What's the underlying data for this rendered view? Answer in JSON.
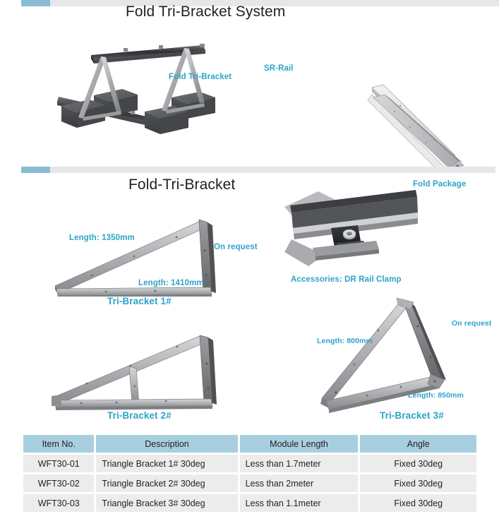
{
  "theme": {
    "accent": "#8cbcd1",
    "track": "#e6e7e8",
    "label_blue": "#2da3c9",
    "table_header_bg": "#a7cfe0",
    "table_cell_bg": "#ececec",
    "text": "#231f20"
  },
  "section1": {
    "title": "Fold Tri-Bracket System",
    "labels": {
      "bracket": "Fold Tri-Bracket",
      "rail": "SR-Rail",
      "package": "Fold Package"
    },
    "figures": {
      "system": "fold-tri-bracket-system-assembly-diagram",
      "package": "fold-package-rail-profile-diagram"
    }
  },
  "section2": {
    "title": "Fold-Tri-Bracket",
    "bracket1": {
      "caption": "Tri-Bracket 1#",
      "length_top": "Length: 1350mm",
      "length_bottom": "Length: 1410mm",
      "on_request": "On request"
    },
    "bracket2": {
      "caption": "Tri-Bracket 2#"
    },
    "bracket3": {
      "caption": "Tri-Bracket 3#",
      "length_top": "Length: 800mm",
      "length_bottom": "Length: 850mm",
      "on_request": "On request"
    },
    "accessory": {
      "caption": "Accessories: DR Rail Clamp"
    }
  },
  "spec_table": {
    "headers": [
      "Item No.",
      "Description",
      "Module Length",
      "Angle"
    ],
    "rows": [
      {
        "item_no": "WFT30-01",
        "description": "Triangle Bracket 1# 30deg",
        "module_length": "Less than 1.7meter",
        "angle": "Fixed 30deg"
      },
      {
        "item_no": "WFT30-02",
        "description": "Triangle Bracket 2# 30deg",
        "module_length": "Less than 2meter",
        "angle": "Fixed 30deg"
      },
      {
        "item_no": "WFT30-03",
        "description": "Triangle Bracket 3# 30deg",
        "module_length": "Less than 1.1meter",
        "angle": "Fixed 30deg"
      }
    ]
  }
}
